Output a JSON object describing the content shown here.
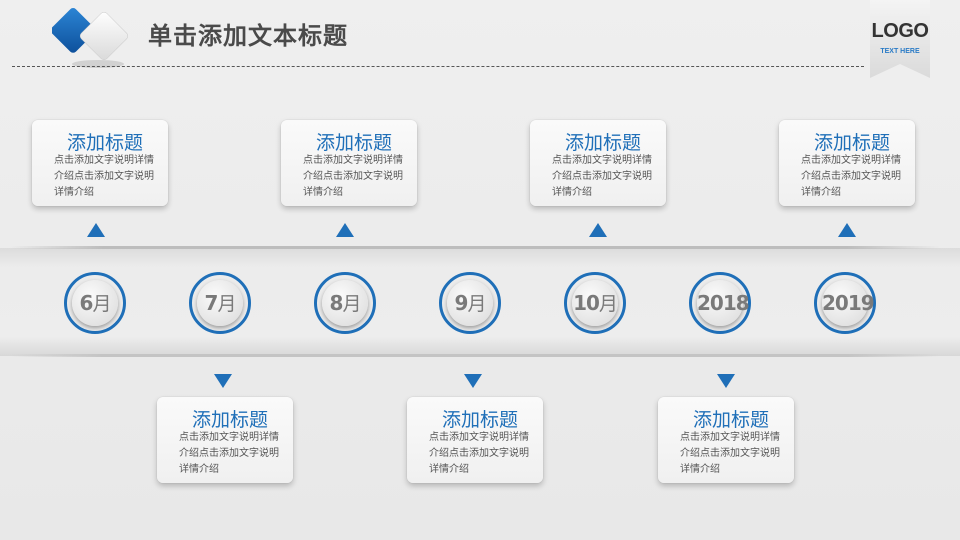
{
  "header": {
    "title": "单击添加文本标题"
  },
  "logo": {
    "text": "LOGO",
    "sub": "TEXT HERE",
    "accent": "#2a7bc6"
  },
  "colors": {
    "accent": "#1f6fb8",
    "title_text": "#4a4a4a",
    "body_text": "#555555",
    "node_text": "#7a7a7a"
  },
  "timeline": {
    "nodes": [
      {
        "num": "6",
        "unit": "月"
      },
      {
        "num": "7",
        "unit": "月"
      },
      {
        "num": "8",
        "unit": "月"
      },
      {
        "num": "9",
        "unit": "月"
      },
      {
        "num": "10",
        "unit": "月"
      },
      {
        "num": "2018",
        "unit": ""
      },
      {
        "num": "2019",
        "unit": ""
      }
    ],
    "top_cards": [
      {
        "title": "添加标题",
        "body": "点击添加文字说明详情介绍点击添加文字说明详情介绍"
      },
      {
        "title": "添加标题",
        "body": "点击添加文字说明详情介绍点击添加文字说明详情介绍"
      },
      {
        "title": "添加标题",
        "body": "点击添加文字说明详情介绍点击添加文字说明详情介绍"
      },
      {
        "title": "添加标题",
        "body": "点击添加文字说明详情介绍点击添加文字说明详情介绍"
      }
    ],
    "bottom_cards": [
      {
        "title": "添加标题",
        "body": "点击添加文字说明详情介绍点击添加文字说明详情介绍"
      },
      {
        "title": "添加标题",
        "body": "点击添加文字说明详情介绍点击添加文字说明详情介绍"
      },
      {
        "title": "添加标题",
        "body": "点击添加文字说明详情介绍点击添加文字说明详情介绍"
      }
    ]
  }
}
